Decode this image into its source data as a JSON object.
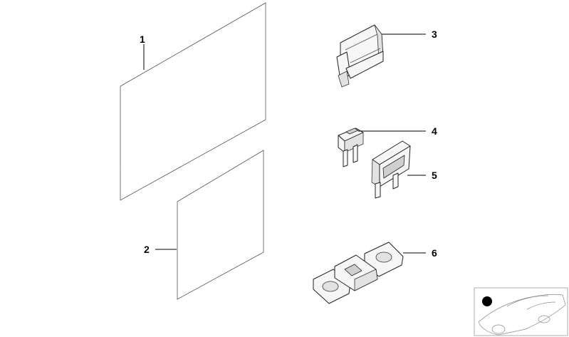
{
  "callouts": [
    {
      "id": "1",
      "label": "1"
    },
    {
      "id": "2",
      "label": "2"
    },
    {
      "id": "3",
      "label": "3"
    },
    {
      "id": "4",
      "label": "4"
    },
    {
      "id": "5",
      "label": "5"
    },
    {
      "id": "6",
      "label": "6"
    }
  ],
  "colors": {
    "stroke": "#000000",
    "background": "#ffffff",
    "dot": "#000000"
  },
  "icons": {
    "thumbnail": "car-thumbnail-icon",
    "marker": "location-dot-icon"
  }
}
